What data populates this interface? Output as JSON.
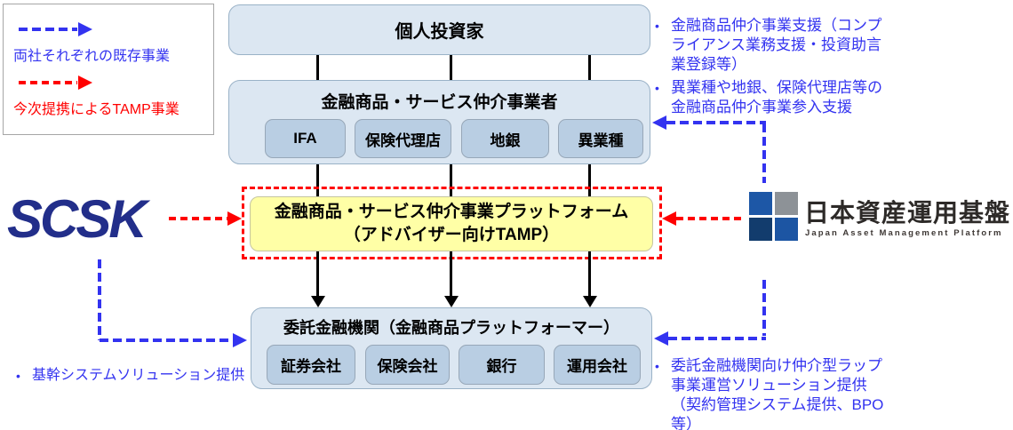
{
  "legend": {
    "existing_label": "両社それぞれの既存事業",
    "tamp_label": "今次提携によるTAMP事業"
  },
  "boxes": {
    "investors": {
      "title": "個人投資家"
    },
    "intermediaries": {
      "title": "金融商品・サービス仲介事業者",
      "items": [
        "IFA",
        "保険代理店",
        "地銀",
        "異業種"
      ]
    },
    "platform": {
      "line1": "金融商品・サービス仲介事業プラットフォーム",
      "line2": "（アドバイザー向けTAMP）"
    },
    "trustees": {
      "title": "委託金融機関（金融商品プラットフォーマー）",
      "items": [
        "証券会社",
        "保険会社",
        "銀行",
        "運用会社"
      ]
    }
  },
  "scsk": {
    "name": "SCSK",
    "bullet": "基幹システムソリューション提供"
  },
  "jamp": {
    "name": "日本資産運用基盤",
    "subtitle": "Japan Asset Management Platform",
    "bullets_top": [
      "金融商品仲介事業支援（コンプライアンス業務支援・投資助言業登録等）",
      "異業種や地銀、保険代理店等の金融商品仲介事業参入支援"
    ],
    "bullet_bottom": "委託金融機関向け仲介型ラップ事業運営ソリューション提供（契約管理システム提供、BPO等）"
  },
  "bullet_glyph": "•",
  "colors": {
    "existing_business_blue": "#3333f0",
    "tamp_red": "#ff0000",
    "box_fill": "#dce7f2",
    "chip_fill": "#b9cee3",
    "platform_fill": "#ffffa6",
    "scsk_blue": "#222e8a",
    "jamp_square_blue": "#1d57a6",
    "jamp_square_gray": "#8d9297",
    "jamp_square_navy": "#123c6d",
    "connector_black": "#000000"
  }
}
